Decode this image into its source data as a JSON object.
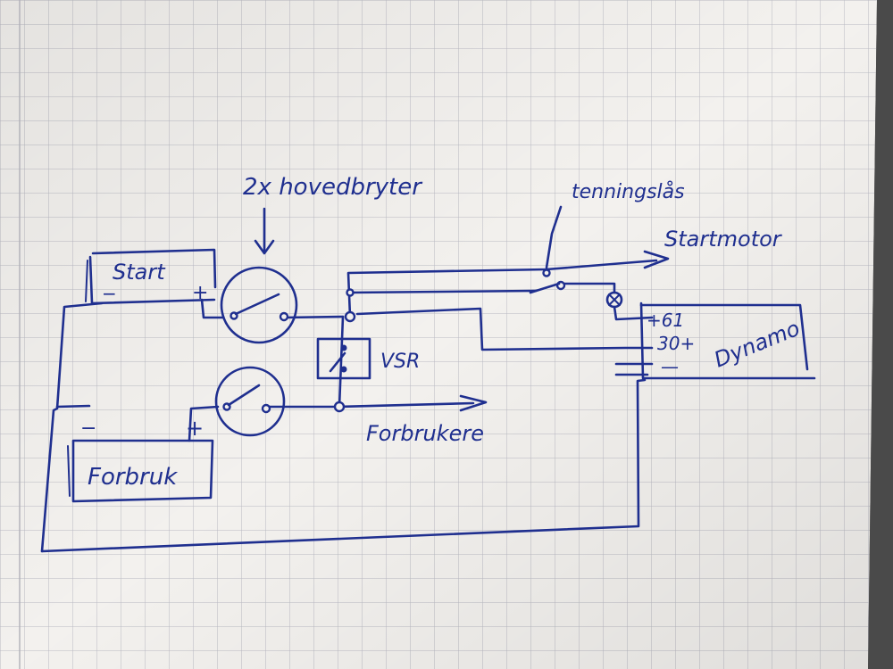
{
  "labels": {
    "main_switches": "2x hovedbryter",
    "ignition_lock": "tenningslås",
    "starter_motor": "Startmotor",
    "start_battery": "Start",
    "consumer_battery": "Forbruk",
    "vsr": "VSR",
    "consumers": "Forbrukere",
    "dynamo": "Dynamo",
    "dynamo_terminal_61": "+61",
    "dynamo_terminal_30": "30+",
    "dynamo_terminal_minus": "—",
    "start_minus": "−",
    "start_plus": "+",
    "consumer_minus": "−",
    "consumer_plus": "+"
  },
  "colors": {
    "ink": "#1f2f8f",
    "paper": "#f3f1ee",
    "grid": "#b9b9c2"
  }
}
